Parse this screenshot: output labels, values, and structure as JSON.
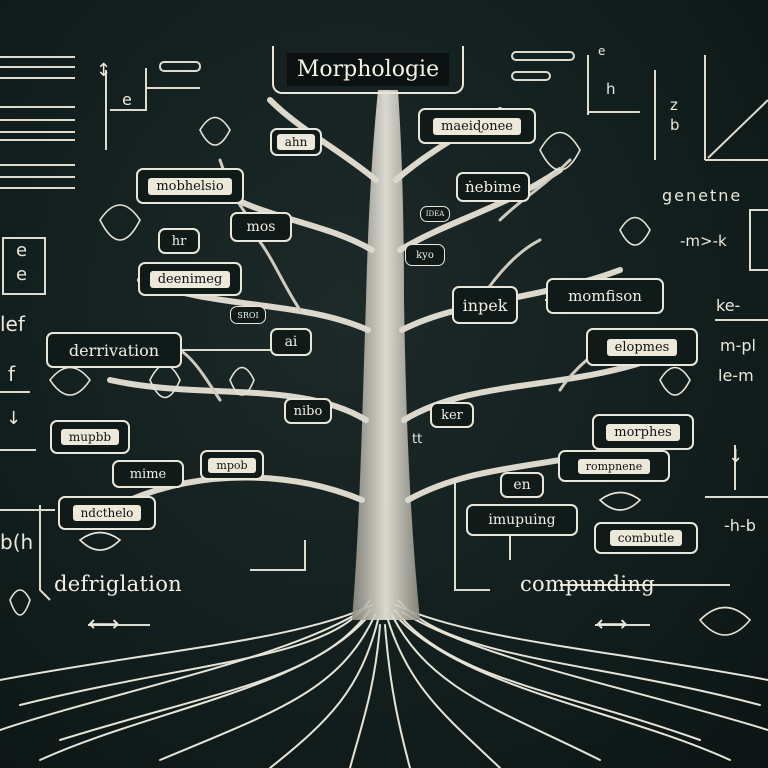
{
  "title": "Morphologie",
  "nodes": {
    "maeidonee": "maeiɖonee",
    "ahn": "ahn",
    "mobhelsio": "mobhelsio",
    "mos": "mos",
    "hr": "hr",
    "deenimeg": "deenimeg",
    "debime": "ṅebime",
    "idea": "IDEA",
    "kyo": "kyo",
    "inpek": "inpek",
    "momfison": "momfison",
    "elopmes": "elopmes",
    "sroi": "SROI",
    "ai": "ai",
    "derrivation": "derrivation",
    "nibo": "nibo",
    "ker": "ker",
    "mupbb": "mupbb",
    "mime": "mime",
    "mpob": "mpob",
    "morphes": "morphes",
    "rompnene": "rompnene",
    "en": "en",
    "ndcthelo": "ndcthelo",
    "impupuing": "imupuing",
    "combutle": "combutle",
    "t_label": "tt"
  },
  "sections": {
    "left_heading": "defriglation",
    "right_heading": "compunding"
  },
  "margin_notes": {
    "top_left_letter": "e",
    "left_box_top": "e",
    "left_box_bottom": "e",
    "left_lef": "lef",
    "left_f": "f",
    "left_bh": "b(h",
    "top_right_e": "e",
    "top_right_h": "h",
    "top_right_z": "z",
    "top_right_b": "b",
    "right_genetne": "genetne",
    "right_msk": "-m>-k",
    "right_ke": "ke-",
    "right_mpl": "m-pl",
    "right_lem": "le-m",
    "right_hb": "-h-b"
  },
  "palette": {
    "background": "#142120",
    "chalk": "#ece8da",
    "label_fill": "#ece8da"
  }
}
